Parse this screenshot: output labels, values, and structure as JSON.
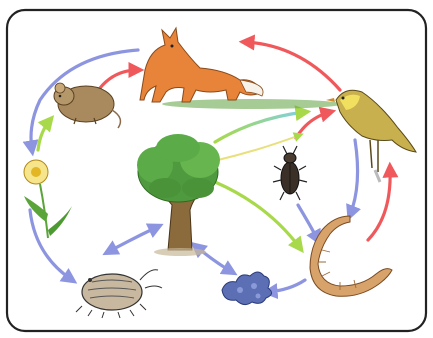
{
  "diagram": {
    "organisms": [
      {
        "id": "fox",
        "name": "fox-illustration"
      },
      {
        "id": "bird",
        "name": "bird-illustration"
      },
      {
        "id": "mouse",
        "name": "mouse-illustration"
      },
      {
        "id": "flower",
        "name": "dandelion-illustration"
      },
      {
        "id": "tree",
        "name": "tree-illustration"
      },
      {
        "id": "beetle",
        "name": "beetle-illustration"
      },
      {
        "id": "woodlouse",
        "name": "woodlouse-illustration"
      },
      {
        "id": "earthworm",
        "name": "earthworm-illustration"
      },
      {
        "id": "fungi",
        "name": "fungi-illustration"
      }
    ],
    "arrows": [
      {
        "from": "mouse",
        "to": "fox",
        "color": "red"
      },
      {
        "from": "bird",
        "to": "fox",
        "color": "red"
      },
      {
        "from": "earthworm",
        "to": "bird",
        "color": "red"
      },
      {
        "from": "beetle",
        "to": "bird",
        "color": "red"
      },
      {
        "from": "flower",
        "to": "mouse",
        "color": "green"
      },
      {
        "from": "tree",
        "to": "beetle",
        "color": "green"
      },
      {
        "from": "tree",
        "to": "earthworm",
        "color": "green"
      },
      {
        "from": "fox",
        "to": "mouse",
        "color": "blue"
      },
      {
        "from": "mouse",
        "to": "woodlouse",
        "color": "blue"
      },
      {
        "from": "bird",
        "to": "earthworm",
        "color": "blue"
      },
      {
        "from": "beetle",
        "to": "earthworm",
        "color": "blue"
      },
      {
        "from": "tree",
        "to": "woodlouse",
        "color": "blue"
      },
      {
        "from": "tree",
        "to": "fungi",
        "color": "blue"
      },
      {
        "from": "earthworm",
        "to": "fungi",
        "color": "blue"
      }
    ],
    "colors": {
      "red": "#f0595c",
      "green": "#a8d94a",
      "blue": "#8d95e0",
      "frame": "#222222",
      "fox": "#e8843a",
      "bird": "#d8c25a",
      "tree_canopy": "#4f9a3e",
      "trunk": "#8b6a3c",
      "worm": "#d7a36a",
      "fungi": "#5c6fb5"
    }
  }
}
